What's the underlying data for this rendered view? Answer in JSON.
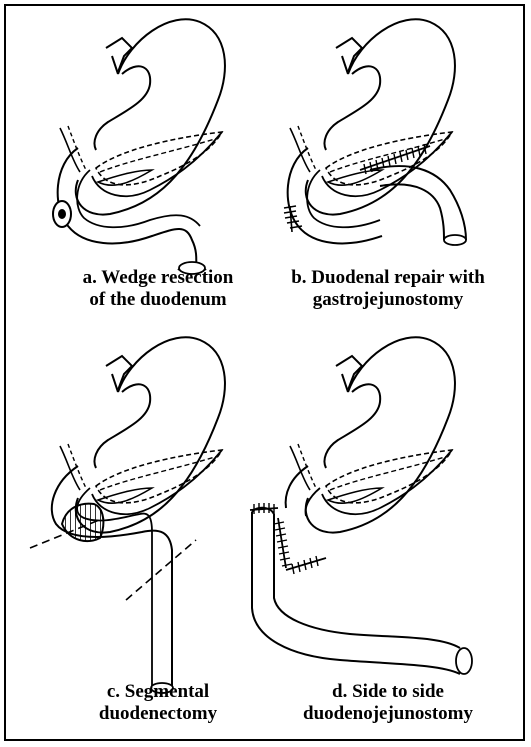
{
  "panels": [
    {
      "id": "a",
      "caption_line1": "a. Wedge resection",
      "caption_line2": "of the duodenum"
    },
    {
      "id": "b",
      "caption_line1": "b. Duodenal repair with",
      "caption_line2": "gastrojejunostomy"
    },
    {
      "id": "c",
      "caption_line1": "c. Segmental",
      "caption_line2": "duodenectomy"
    },
    {
      "id": "d",
      "caption_line1": "d. Side to side",
      "caption_line2": "duodenojejunostomy"
    }
  ],
  "colors": {
    "ink": "#000000",
    "background": "#ffffff"
  }
}
